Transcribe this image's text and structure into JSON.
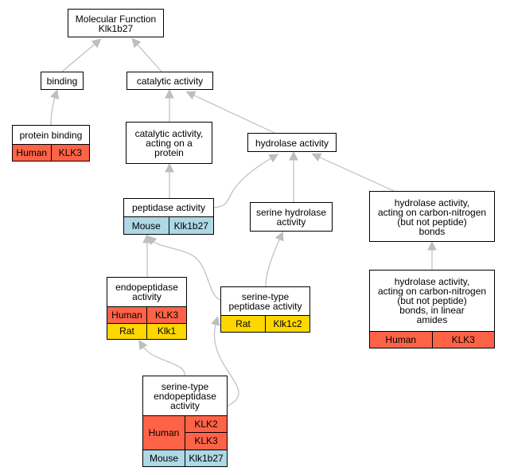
{
  "colors": {
    "human": "#ff6347",
    "mouse": "#add8e6",
    "rat": "#ffd700",
    "edge": "#bebebe"
  },
  "nodes": {
    "molecular_function": {
      "label": "Molecular Function\nKlk1b27"
    },
    "binding": {
      "label": "binding"
    },
    "catalytic_activity": {
      "label": "catalytic activity"
    },
    "protein_binding": {
      "label": "protein binding",
      "species": [
        {
          "organism": "Human",
          "genes": [
            "KLK3"
          ]
        }
      ]
    },
    "catalytic_protein": {
      "label": "catalytic activity,\nacting on a\nprotein"
    },
    "hydrolase_activity": {
      "label": "hydrolase activity"
    },
    "peptidase_activity": {
      "label": "peptidase activity",
      "species": [
        {
          "organism": "Mouse",
          "genes": [
            "Klk1b27"
          ]
        }
      ]
    },
    "serine_hydrolase": {
      "label": "serine hydrolase\nactivity"
    },
    "hydrolase_cn": {
      "label": "hydrolase activity,\nacting on carbon-nitrogen\n(but not peptide)\nbonds"
    },
    "endopeptidase_activity": {
      "label": "endopeptidase\nactivity",
      "species": [
        {
          "organism": "Human",
          "genes": [
            "KLK3"
          ]
        },
        {
          "organism": "Rat",
          "genes": [
            "Klk1"
          ]
        }
      ]
    },
    "serine_peptidase": {
      "label": "serine-type\npeptidase activity",
      "species": [
        {
          "organism": "Rat",
          "genes": [
            "Klk1c2"
          ]
        }
      ]
    },
    "hydrolase_cn_amides": {
      "label": "hydrolase activity,\nacting on carbon-nitrogen\n(but not peptide)\nbonds, in linear\namides",
      "species": [
        {
          "organism": "Human",
          "genes": [
            "KLK3"
          ]
        }
      ]
    },
    "serine_endopeptidase": {
      "label": "serine-type\nendopeptidase\nactivity",
      "species": [
        {
          "organism": "Human",
          "genes": [
            "KLK2",
            "KLK3"
          ]
        },
        {
          "organism": "Mouse",
          "genes": [
            "Klk1b27"
          ]
        }
      ]
    }
  },
  "edges": [
    {
      "from": "binding",
      "to": "molecular_function"
    },
    {
      "from": "catalytic_activity",
      "to": "molecular_function"
    },
    {
      "from": "protein_binding",
      "to": "binding"
    },
    {
      "from": "catalytic_protein",
      "to": "catalytic_activity"
    },
    {
      "from": "hydrolase_activity",
      "to": "catalytic_activity"
    },
    {
      "from": "peptidase_activity",
      "to": "catalytic_protein"
    },
    {
      "from": "peptidase_activity",
      "to": "hydrolase_activity"
    },
    {
      "from": "serine_hydrolase",
      "to": "hydrolase_activity"
    },
    {
      "from": "hydrolase_cn",
      "to": "hydrolase_activity"
    },
    {
      "from": "endopeptidase_activity",
      "to": "peptidase_activity"
    },
    {
      "from": "serine_peptidase",
      "to": "peptidase_activity"
    },
    {
      "from": "serine_peptidase",
      "to": "serine_hydrolase"
    },
    {
      "from": "hydrolase_cn_amides",
      "to": "hydrolase_cn"
    },
    {
      "from": "serine_endopeptidase",
      "to": "endopeptidase_activity"
    },
    {
      "from": "serine_endopeptidase",
      "to": "serine_peptidase"
    }
  ]
}
